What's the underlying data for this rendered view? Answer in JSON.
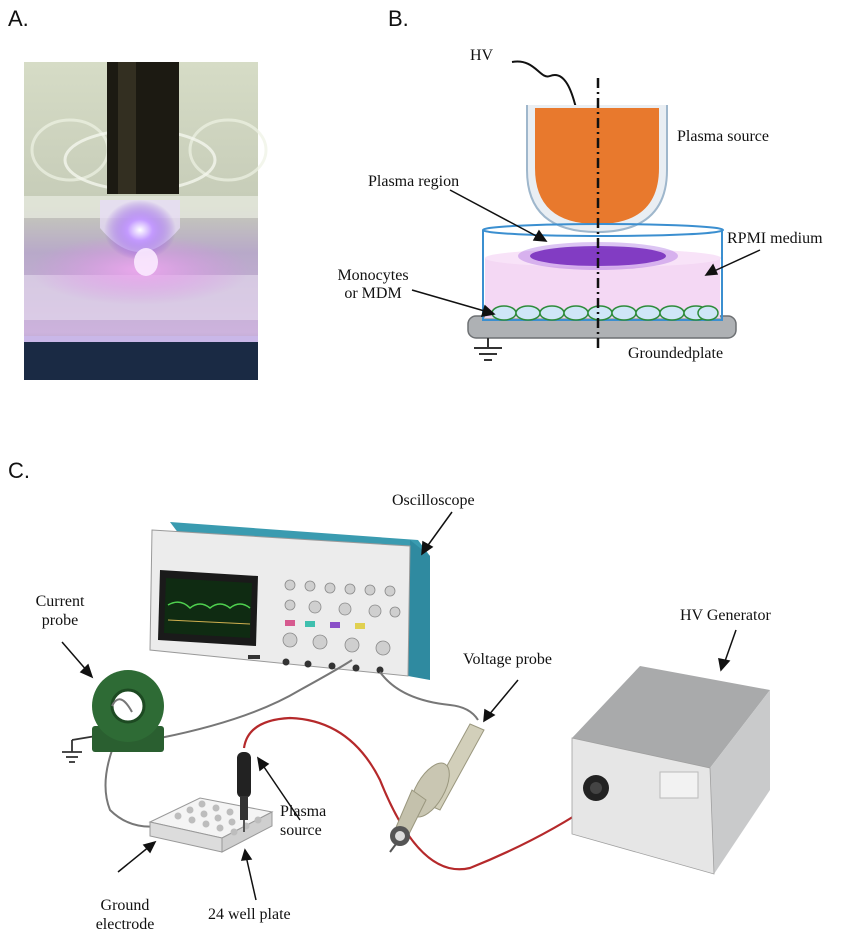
{
  "panels": {
    "a": {
      "letter": "A."
    },
    "b": {
      "letter": "B.",
      "labels": {
        "hv": "HV",
        "plasma_source": "Plasma source",
        "plasma_region": "Plasma region",
        "rpmi_medium": "RPMI medium",
        "monocytes_line1": "Monocytes",
        "monocytes_line2": "or MDM",
        "grounded_plate": "Groundedplate"
      }
    },
    "c": {
      "letter": "C.",
      "labels": {
        "oscilloscope": "Oscilloscope",
        "current_probe_line1": "Current",
        "current_probe_line2": "probe",
        "hv_generator": "HV Generator",
        "voltage_probe": "Voltage probe",
        "plasma_source_line1": "Plasma",
        "plasma_source_line2": "source",
        "ground_electrode_line1": "Ground",
        "ground_electrode_line2": "electrode",
        "well_plate": "24 well plate"
      }
    }
  },
  "colors": {
    "plasma_source": "#e8792d",
    "plasma_glow": "#6a1fb0",
    "medium": "#f3d6f3",
    "dish": "#3b8fd0",
    "cells": "#cfe6f7",
    "cell_outline": "#2e8b3a",
    "oscilloscope_body": "#e6e6e6",
    "oscilloscope_trim": "#3a9bb0",
    "current_probe": "#2e6b35",
    "hv_cable": "#c0392b",
    "probe_body": "#c9c6b2"
  }
}
